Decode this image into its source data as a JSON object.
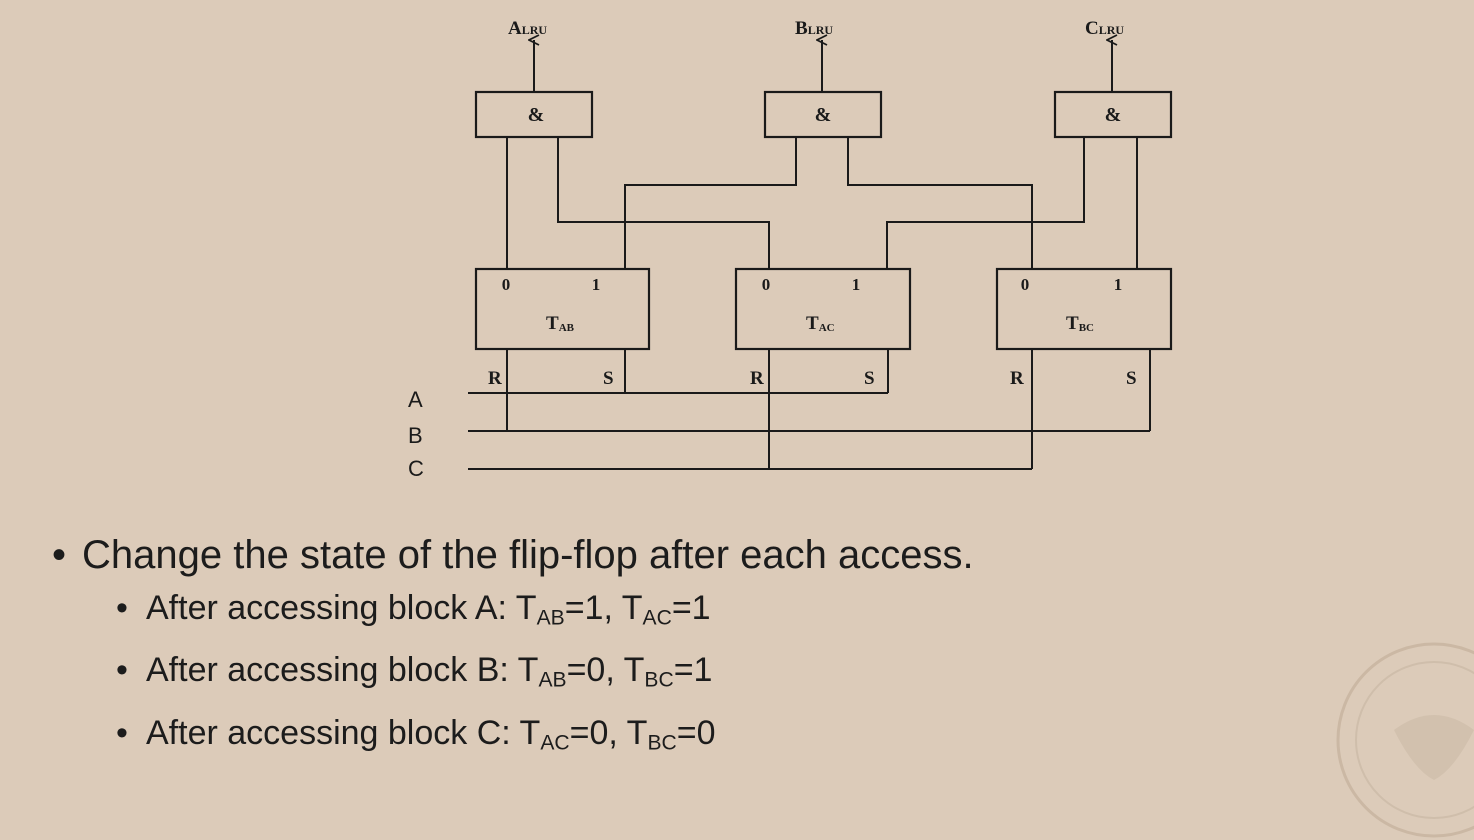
{
  "diagram": {
    "gates": [
      {
        "symbol": "&",
        "output_main": "A",
        "output_sub": "LRU"
      },
      {
        "symbol": "&",
        "output_main": "B",
        "output_sub": "LRU"
      },
      {
        "symbol": "&",
        "output_main": "C",
        "output_sub": "LRU"
      }
    ],
    "flipflops": [
      {
        "name_main": "T",
        "name_sub": "AB",
        "q0": "0",
        "q1": "1",
        "reset": "R",
        "set": "S"
      },
      {
        "name_main": "T",
        "name_sub": "AC",
        "q0": "0",
        "q1": "1",
        "reset": "R",
        "set": "S"
      },
      {
        "name_main": "T",
        "name_sub": "BC",
        "q0": "0",
        "q1": "1",
        "reset": "R",
        "set": "S"
      }
    ],
    "inputs": [
      "A",
      "B",
      "C"
    ]
  },
  "bullets": {
    "main": "Change the state of the flip-flop after each access.",
    "sub": [
      {
        "prefix": "After accessing block A: ",
        "t1": "T",
        "s1": "AB",
        "v1": "=1, ",
        "t2": "T",
        "s2": "AC",
        "v2": "=1"
      },
      {
        "prefix": "After accessing block B: ",
        "t1": "T",
        "s1": "AB",
        "v1": "=0, ",
        "t2": "T",
        "s2": "BC",
        "v2": "=1"
      },
      {
        "prefix": "After accessing block C: ",
        "t1": "T",
        "s1": "AC",
        "v1": "=0, ",
        "t2": "T",
        "s2": "BC",
        "v2": "=0"
      }
    ]
  }
}
